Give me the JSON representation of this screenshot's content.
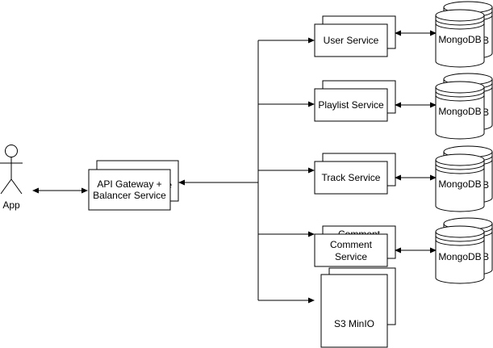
{
  "actor": {
    "label": "App",
    "icon": "person-icon"
  },
  "gateway": {
    "line1": "API Gateway +",
    "line2": "Balancer Service",
    "back_fragment": "e"
  },
  "services": [
    {
      "id": "user",
      "line1": "User Service",
      "line2": "",
      "back_text": ""
    },
    {
      "id": "playlist",
      "line1": "Playlist Service",
      "line2": "",
      "back_text": ""
    },
    {
      "id": "track",
      "line1": "Track Service",
      "line2": "",
      "back_text": ""
    },
    {
      "id": "comment",
      "line1": "Comment",
      "line2": "Service",
      "back_text": "Comment"
    },
    {
      "id": "s3",
      "line1": "S3 MinIO",
      "line2": "",
      "back_text": ""
    }
  ],
  "databases": [
    {
      "label": "MongoDB",
      "back_fragment": "B"
    },
    {
      "label": "MongoDB",
      "back_fragment": "B"
    },
    {
      "label": "MongoDB",
      "back_fragment": "B"
    },
    {
      "label": "MongoDB",
      "back_fragment": "B"
    }
  ]
}
